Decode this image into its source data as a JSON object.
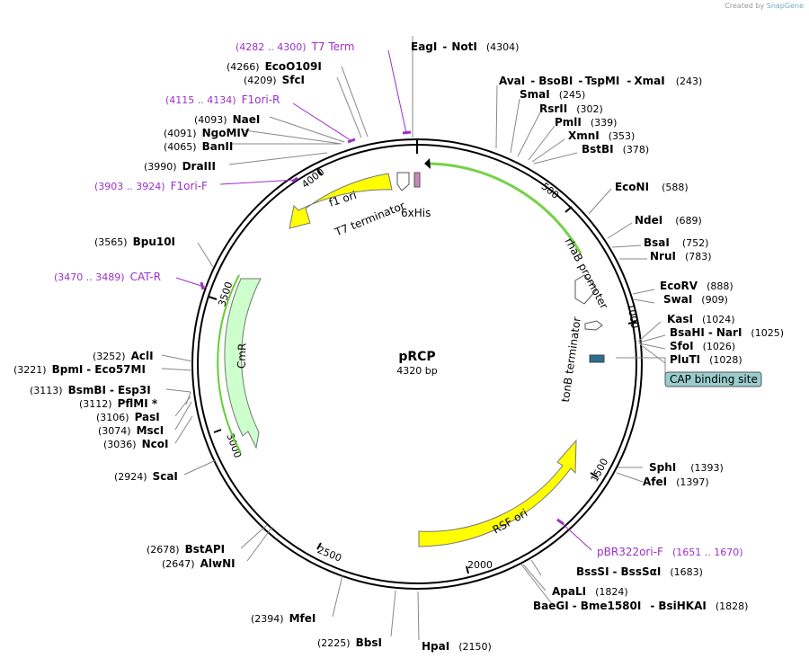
{
  "branding": {
    "prefix": "Created by",
    "name": "SnapGene"
  },
  "plasmid": {
    "name": "pRCP",
    "length": "4320 bp"
  },
  "colors": {
    "feature_yellow": "#ffff00",
    "feature_green": "#ccffcc",
    "purple": "#9b30c8",
    "promoter_glow": "#66cc33",
    "cap_box": "#99cccc",
    "his_tag": "#cc88bb"
  },
  "ticks": [
    "500",
    "1000",
    "1500",
    "2000",
    "2500",
    "3000",
    "3500",
    "4000"
  ],
  "sites": [
    {
      "label": "(4282 .. 4300)",
      "name": "T7 Term"
    },
    {
      "label": "EagI",
      "name": "NotI",
      "pos": "(4304)"
    },
    {
      "label": "EcoO109I",
      "pos": "(4266)"
    },
    {
      "label": "SfcI",
      "pos": "(4209)"
    },
    {
      "label": "(4115 .. 4134)",
      "name": "F1ori-R"
    },
    {
      "label": "NaeI",
      "pos": "(4093)"
    },
    {
      "label": "NgoMIV",
      "pos": "(4091)"
    },
    {
      "label": "BanII",
      "pos": "(4065)"
    },
    {
      "label": "DraIII",
      "pos": "(3990)"
    },
    {
      "label": "(3903 .. 3924)",
      "name": "F1ori-F"
    },
    {
      "label": "Bpu10I",
      "pos": "(3565)"
    },
    {
      "label": "(3470 .. 3489)",
      "name": "CAT-R"
    },
    {
      "label": "AclI",
      "pos": "(3252)"
    },
    {
      "label": "BpmI",
      "name": "Eco57MI",
      "pos": "(3221)"
    },
    {
      "label": "BsmBI",
      "name": "Esp3I",
      "pos": "(3113)"
    },
    {
      "label": "PflMI *",
      "pos": "(3112)"
    },
    {
      "label": "PasI",
      "pos": "(3106)"
    },
    {
      "label": "MscI",
      "pos": "(3074)"
    },
    {
      "label": "NcoI",
      "pos": "(3036)"
    },
    {
      "label": "ScaI",
      "pos": "(2924)"
    },
    {
      "label": "BstAPI",
      "pos": "(2678)"
    },
    {
      "label": "AlwNI",
      "pos": "(2647)"
    },
    {
      "label": "MfeI",
      "pos": "(2394)"
    },
    {
      "label": "BbsI",
      "pos": "(2225)"
    },
    {
      "label": "HpaI",
      "pos": "(2150)"
    },
    {
      "label": "BaeGI",
      "name": "Bme1580I",
      "name2": "BsiHKAI",
      "pos": "(1828)"
    },
    {
      "label": "ApaLI",
      "pos": "(1824)"
    },
    {
      "label": "BssSI",
      "name": "BssSαI",
      "pos": "(1683)"
    },
    {
      "label": "pBR322ori-F",
      "pos": "(1651 .. 1670)"
    },
    {
      "label": "AfeI",
      "pos": "(1397)"
    },
    {
      "label": "SphI",
      "pos": "(1393)"
    },
    {
      "label": "PluTI",
      "pos": "(1028)"
    },
    {
      "label": "SfoI",
      "pos": "(1026)"
    },
    {
      "label": "BsaHI",
      "name": "NarI",
      "pos": "(1025)"
    },
    {
      "label": "KasI",
      "pos": "(1024)"
    },
    {
      "label": "SwaI",
      "pos": "(909)"
    },
    {
      "label": "EcoRV",
      "pos": "(888)"
    },
    {
      "label": "NruI",
      "pos": "(783)"
    },
    {
      "label": "BsaI",
      "pos": "(752)"
    },
    {
      "label": "NdeI",
      "pos": "(689)"
    },
    {
      "label": "EcoNI",
      "pos": "(588)"
    },
    {
      "label": "BstBI",
      "pos": "(378)"
    },
    {
      "label": "XmnI",
      "pos": "(353)"
    },
    {
      "label": "PmlI",
      "pos": "(339)"
    },
    {
      "label": "RsrII",
      "pos": "(302)"
    },
    {
      "label": "SmaI",
      "pos": "(245)"
    },
    {
      "label": "AvaI",
      "name": "BsoBI",
      "name2": "TspMI",
      "name3": "XmaI",
      "pos": "(243)"
    }
  ],
  "features": {
    "f1_ori": "f1 ori",
    "t7_terminator": "T7 terminator",
    "his": "6xHis",
    "rhab_promoter": "rhaB promoter",
    "tonb_terminator": "tonB terminator",
    "cap_site": "CAP binding site",
    "cmr": "CmR",
    "rsf_ori": "RSF ori"
  }
}
